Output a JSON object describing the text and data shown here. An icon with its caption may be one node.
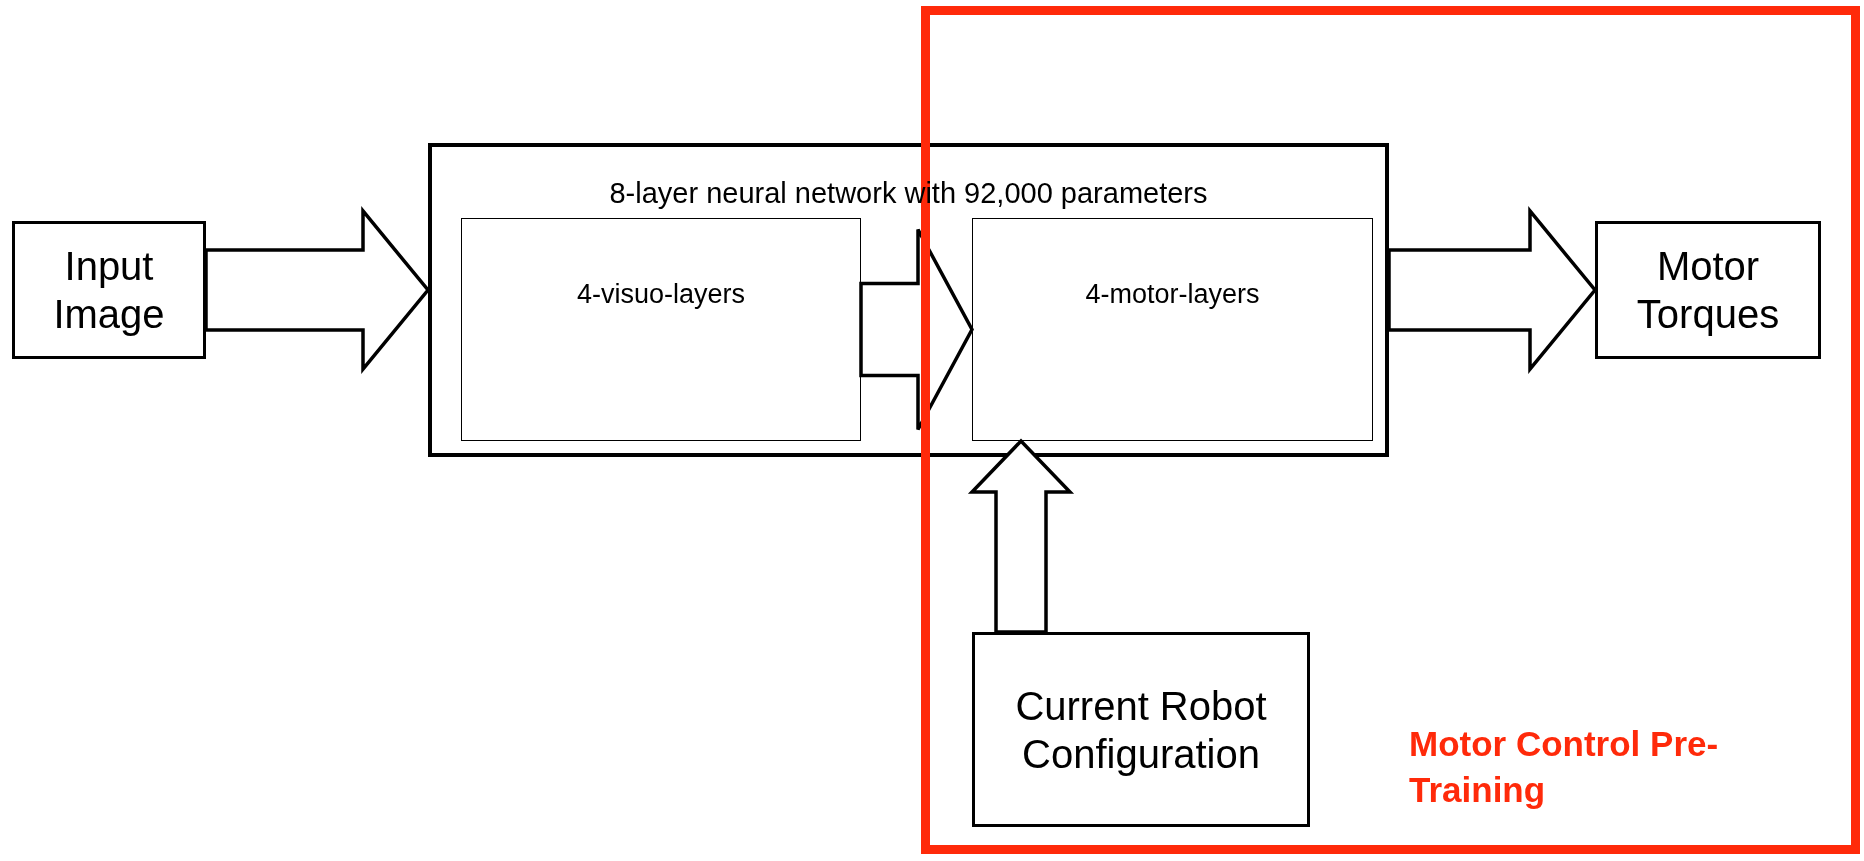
{
  "diagram": {
    "nodes": [
      {
        "text": [
          "Input Image"
        ]
      },
      {
        "text": [
          "8-layer neural network with 92,000 parameters"
        ]
      },
      {
        "text": [
          "4-visuo-layers"
        ],
        "in": 1
      },
      {
        "text": [
          "4-motor-layers"
        ]
      },
      {
        "text": [
          "Motor Control Pre-Training"
        ]
      },
      {
        "text": [
          "Motor Torques"
        ],
        "in": 4
      },
      {
        "text": [
          "Current Robot Configuration"
        ],
        "in": 4
      }
    ],
    "edges": [
      {
        "from": 0,
        "to": 1,
        "arrow": "to"
      },
      {
        "from": 2,
        "to": 3,
        "arrow": "to"
      },
      {
        "from": 1,
        "to": 5,
        "arrow": "to"
      },
      {
        "from": 6,
        "to": 3,
        "arrow": "to"
      }
    ]
  }
}
